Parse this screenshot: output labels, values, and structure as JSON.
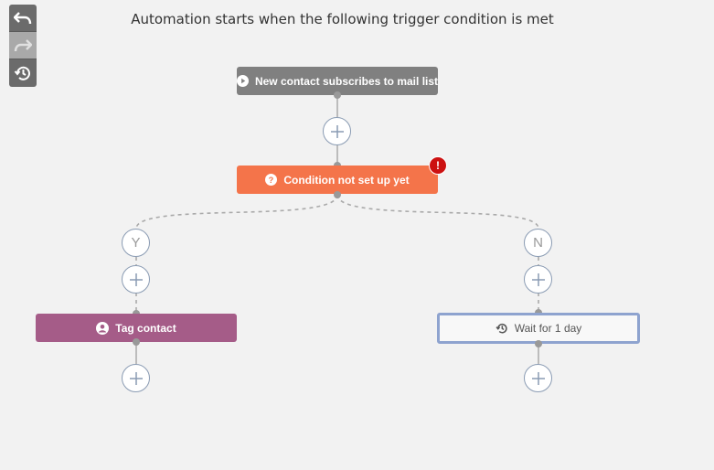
{
  "header": {
    "text": "Automation starts when the following trigger condition is met"
  },
  "toolbar": {
    "items": [
      {
        "name": "undo",
        "icon": "undo-icon",
        "enabled": true
      },
      {
        "name": "redo",
        "icon": "redo-icon",
        "enabled": false
      },
      {
        "name": "history",
        "icon": "history-icon",
        "enabled": true
      }
    ]
  },
  "flow": {
    "trigger": {
      "label": "New contact subscribes to mail list",
      "icon": "play-circle-icon",
      "color": "#808080"
    },
    "condition": {
      "label": "Condition not set up yet",
      "icon": "question-circle-icon",
      "color": "#f4744a",
      "error_badge": "!"
    },
    "branch_yes": {
      "label": "Y",
      "action": {
        "label": "Tag contact",
        "icon": "user-circle-icon",
        "color": "#a55c88"
      }
    },
    "branch_no": {
      "label": "N",
      "action": {
        "label": "Wait for 1 day",
        "icon": "history-icon",
        "border_color": "#8ea3cf"
      }
    }
  },
  "colors": {
    "background": "#f2f2f2",
    "connector": "#aaaaaa",
    "error": "#cc1111"
  }
}
